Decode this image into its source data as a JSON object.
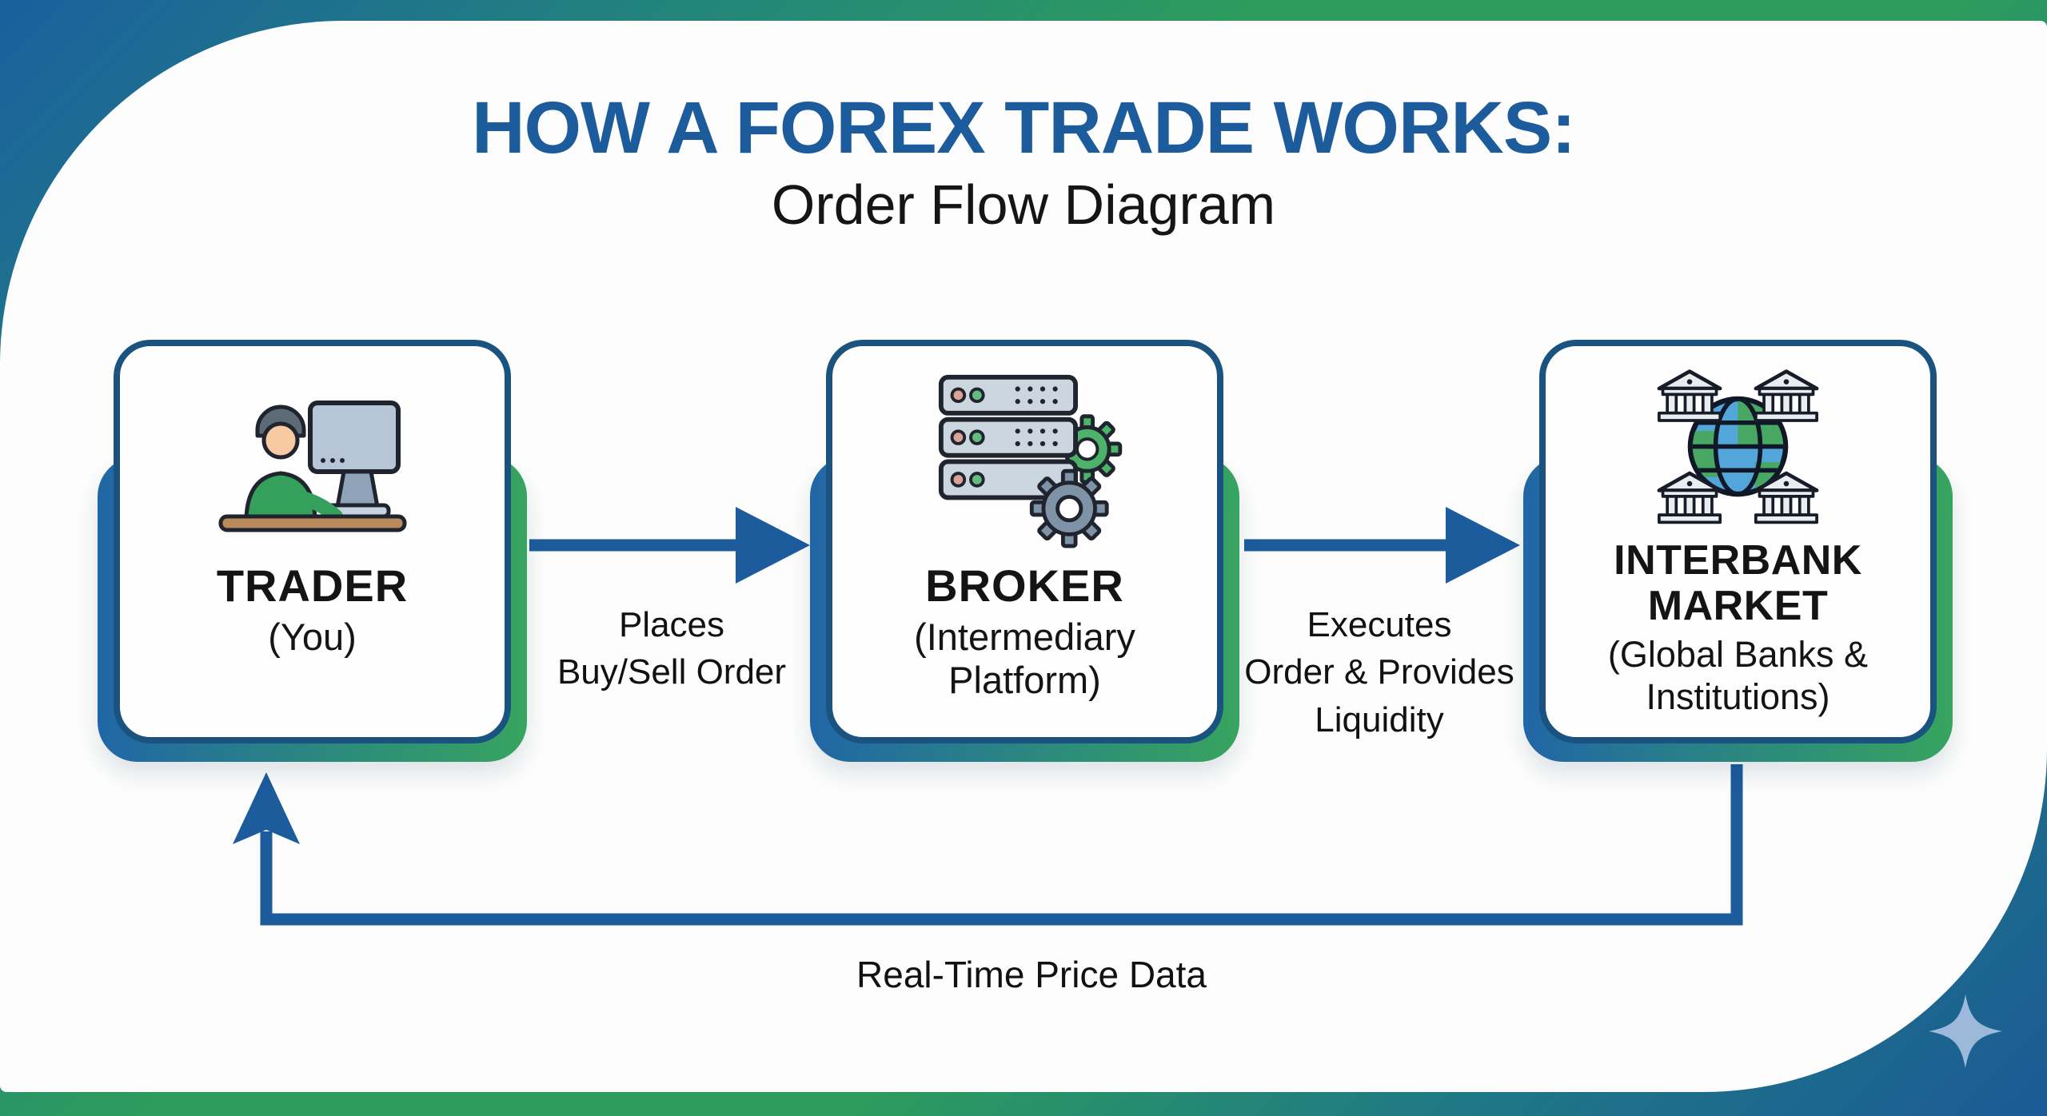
{
  "header": {
    "title": "HOW A FOREX TRADE WORKS:",
    "subtitle": "Order Flow Diagram"
  },
  "nodes": [
    {
      "id": "trader",
      "icon": "trader-at-computer-icon",
      "title": "TRADER",
      "subtitle": "(You)"
    },
    {
      "id": "broker",
      "icon": "server-stack-gears-icon",
      "title": "BROKER",
      "subtitle": "(Intermediary Platform)"
    },
    {
      "id": "interbank",
      "icon": "globe-banks-icon",
      "title": "INTERBANK MARKET",
      "subtitle": "(Global Banks & Institutions)"
    }
  ],
  "flows": [
    {
      "from": "trader",
      "to": "broker",
      "label_lines": [
        "Places",
        "Buy/Sell Order"
      ]
    },
    {
      "from": "broker",
      "to": "interbank",
      "label_lines": [
        "Executes",
        "Order & Provides",
        "Liquidity"
      ]
    },
    {
      "from": "interbank",
      "to": "trader",
      "label_lines": [
        "Real-Time Price Data"
      ]
    }
  ],
  "decor": {
    "sparkle_icon": "sparkle-icon"
  },
  "colors": {
    "title_blue": "#1d5c9c",
    "arrow_blue": "#1c5c9d",
    "card_border_blue": "#1a537f",
    "back_gradient_blue": "#2166a6",
    "back_gradient_green": "#37a45f",
    "page_gradient_blue": "#1a5f9e",
    "page_gradient_green": "#2d9c5d",
    "text_black": "#141414",
    "sparkle_blue": "#9cb9da"
  }
}
